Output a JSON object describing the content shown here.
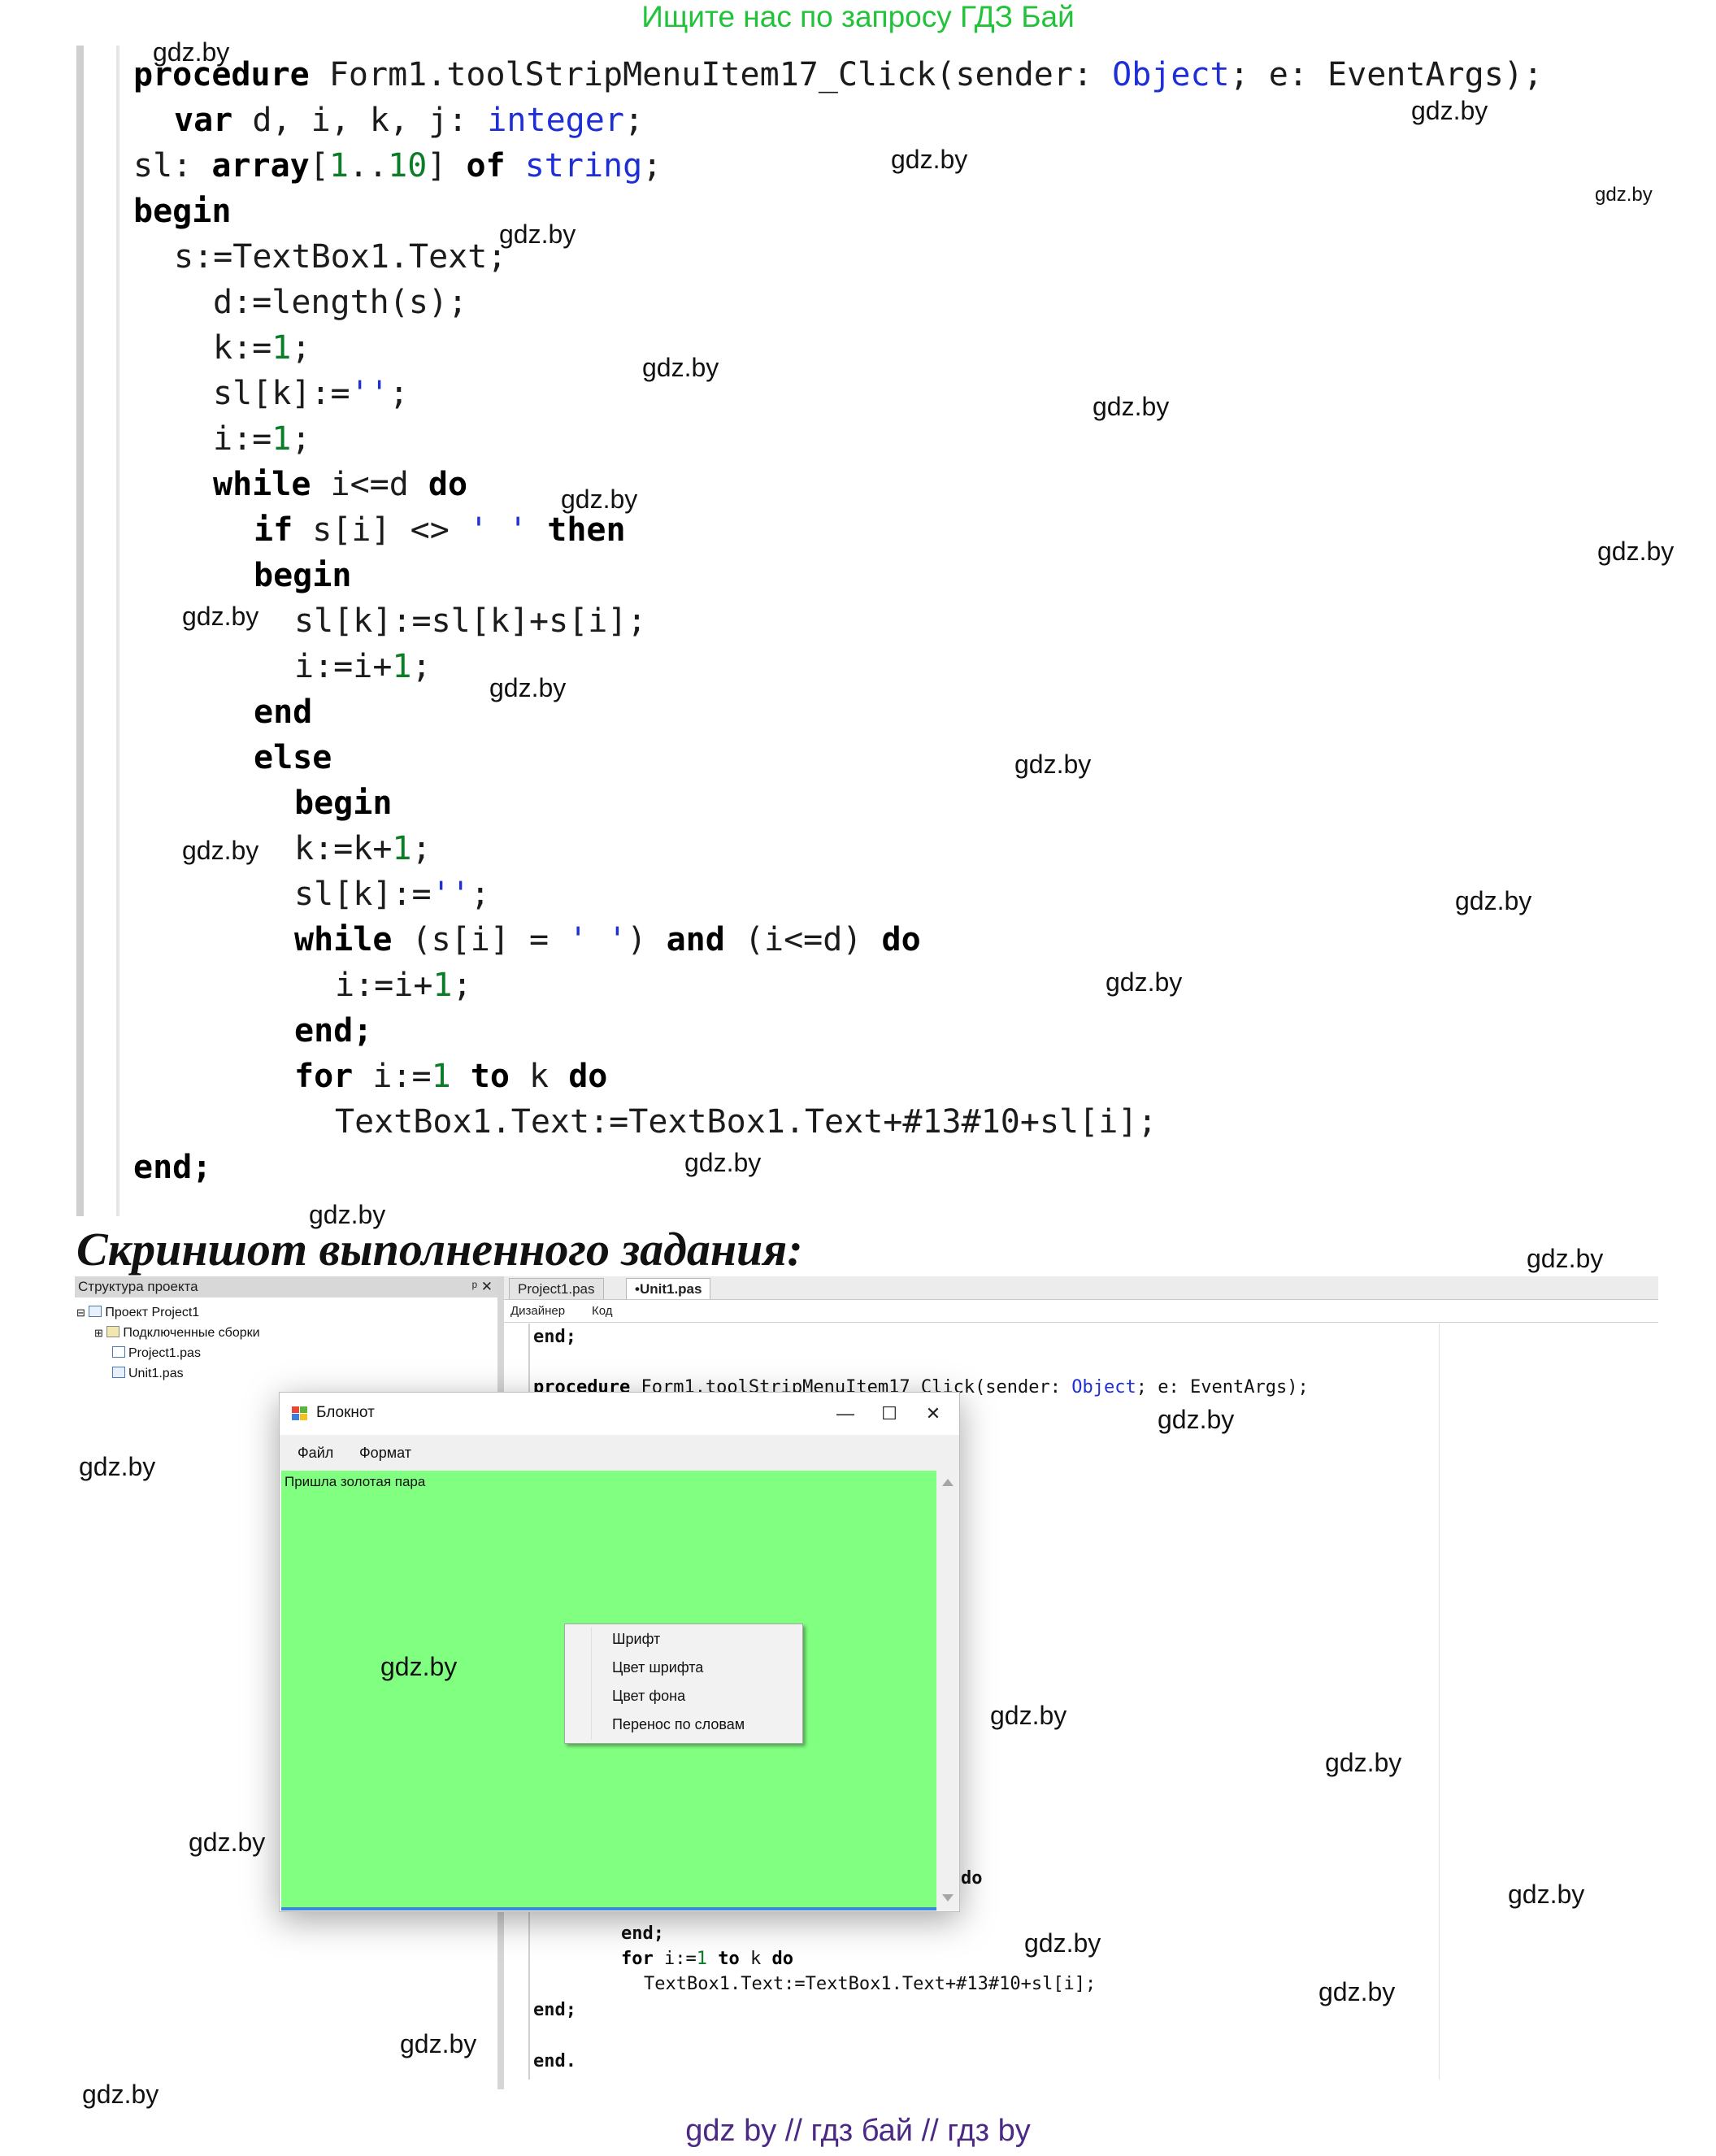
{
  "banner_top": "Ищите нас по запросу ГДЗ Бай",
  "banner_bottom": "gdz by  //  гдз бай  //  гдз by",
  "watermark": "gdz.by",
  "heading": "Скриншот выполненного задания:",
  "code": {
    "l1": "procedure Form1.toolStripMenuItem17_Click(sender: Object; e: EventArgs);",
    "l2": "var d, i, k, j: integer;",
    "l3": "sl: array[1..10] of string;",
    "l4": "begin",
    "l5": "s:=TextBox1.Text;",
    "l6": "d:=length(s);",
    "l7": "k:=1;",
    "l8": "sl[k]:='';",
    "l9": "i:=1;",
    "l10": "while i<=d do",
    "l11": "if s[i] <> ' ' then",
    "l12": "begin",
    "l13": "sl[k]:=sl[k]+s[i];",
    "l14": "i:=i+1;",
    "l15": "end",
    "l16": "else",
    "l17": "begin",
    "l18": "k:=k+1;",
    "l19": "sl[k]:='';",
    "l20": "while (s[i] = ' ') and (i<=d) do",
    "l21": "i:=i+1;",
    "l22": "end;",
    "l23": "for i:=1 to k do",
    "l24": "TextBox1.Text:=TextBox1.Text+#13#10+sl[i];",
    "l25": "end;"
  },
  "ide": {
    "panel_title": "Структура проекта",
    "panel_pin": "ᵖ ✕",
    "tree": {
      "project": "Проект Project1",
      "refs": "Подключенные сборки",
      "file1": "Project1.pas",
      "file2": "Unit1.pas"
    },
    "tabs": {
      "tab1": "Project1.pas",
      "tab2": "•Unit1.pas"
    },
    "subtabs": {
      "designer": "Дизайнер",
      "code": "Код"
    },
    "editor": {
      "e1": "end;",
      "e2": "procedure Form1.toolStripMenuItem17_Click(sender: Object; e: EventArgs);",
      "e3": "do",
      "e4": "end;",
      "e5": "for i:=1 to k do",
      "e6": "TextBox1.Text:=TextBox1.Text+#13#10+sl[i];",
      "e7": "end;",
      "e8": "end."
    }
  },
  "notepad": {
    "title": "Блокнот",
    "minimize": "—",
    "maximize": "☐",
    "close": "✕",
    "menu_file": "Файл",
    "menu_format": "Формат",
    "text": "Пришла золотая пара",
    "bg_color": "#80ff80"
  },
  "context_menu": {
    "font": "Шрифт",
    "font_color": "Цвет шрифта",
    "bg_color": "Цвет фона",
    "word_wrap": "Перенос по словам"
  }
}
